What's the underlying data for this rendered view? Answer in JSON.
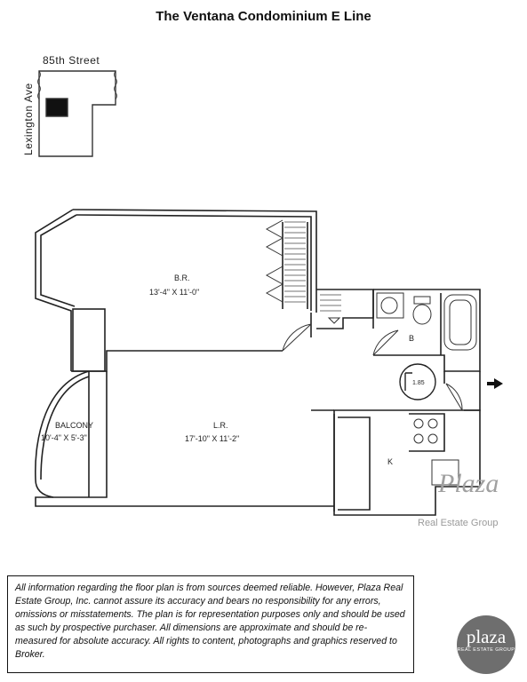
{
  "document": {
    "title": "The Ventana Condominium E Line"
  },
  "key_plan": {
    "street_label": "85th Street",
    "avenue_label": "Lexington Ave"
  },
  "rooms": {
    "bedroom": {
      "label": "B.R.",
      "dimensions": "13'-4\" X 11'-0\""
    },
    "living_room": {
      "label": "L.R.",
      "dimensions": "17'-10\" X 11'-2\""
    },
    "balcony": {
      "label": "BALCONY",
      "dimensions": "10'-4\" X 5'-3\""
    },
    "bath": {
      "label": "B"
    },
    "kitchen": {
      "label": "K"
    },
    "closet_marker": {
      "label": "1.85"
    }
  },
  "watermark": {
    "script": "Plaza",
    "text": "Real Estate Group"
  },
  "disclaimer": "All information regarding the floor plan is from sources deemed reliable. However, Plaza Real Estate Group, Inc. cannot assure its accuracy and bears no responsibility for any errors, omissions or misstatements. The plan is for representation purposes only and should be used as such by prospective purchaser. All dimensions are   approximate and should be re-measured for absolute accuracy. All rights to content, photographs and graphics reserved to Broker.",
  "logo": {
    "word": "plaza",
    "subtitle": "REAL ESTATE GROUP",
    "color": "#6e6e6e"
  }
}
